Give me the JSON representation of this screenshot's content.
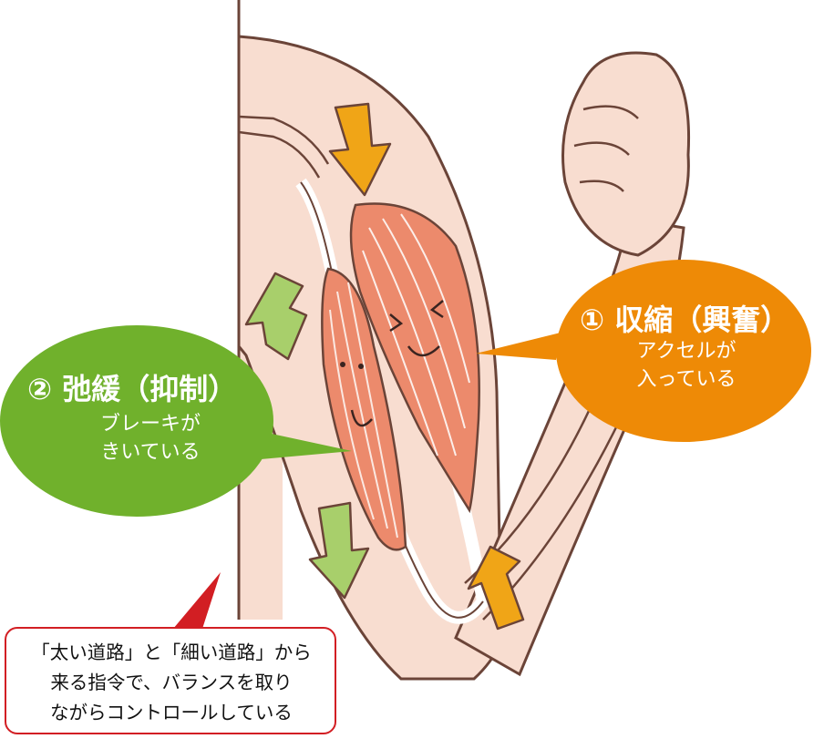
{
  "colors": {
    "skin": "#f8ddd0",
    "outline": "#6b4438",
    "muscle": "#ec8a6c",
    "muscle_stripe": "#ffffff",
    "contract_accent": "#ee8a06",
    "relax_accent": "#70b12c",
    "green_arrow": "#a8cf6b",
    "orange_arrow": "#f0a517",
    "note_border": "#d21e23"
  },
  "contraction": {
    "title": "① 収縮（興奮）",
    "lines": [
      "アクセルが",
      "入っている"
    ]
  },
  "relaxation": {
    "title": "② 弛緩（抑制）",
    "lines": [
      "ブレーキが",
      "きいている"
    ]
  },
  "note": {
    "lines": [
      "「太い道路」と「細い道路」から",
      "来る指令で、バランスを取り",
      "ながらコントロールしている"
    ]
  },
  "icons": {
    "down_arrow": "arrow-down-icon",
    "up_arrow": "arrow-up-icon"
  }
}
